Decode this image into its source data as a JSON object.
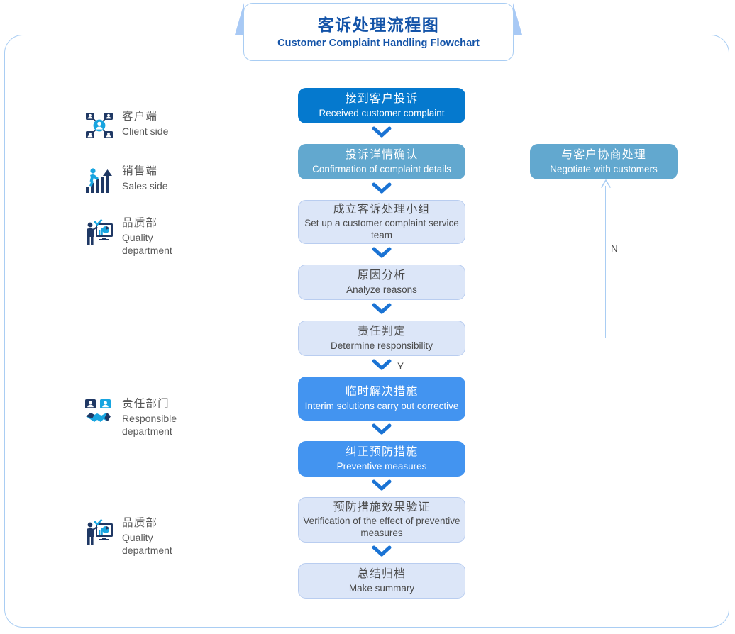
{
  "banner": {
    "title_cn": "客诉处理流程图",
    "title_en": "Customer Complaint Handling Flowchart",
    "title_color": "#1353a8",
    "border_color": "#a9cdf3",
    "wedge_color": "#a8c9f5"
  },
  "roles": [
    {
      "icon": "client-network-icon",
      "cn": "客户端",
      "en": "Client side"
    },
    {
      "icon": "sales-growth-icon",
      "cn": "销售端",
      "en": "Sales side"
    },
    {
      "icon": "quality-presenter-icon",
      "cn": "品质部",
      "en": "Quality department"
    },
    {
      "icon": "responsible-handshake-icon",
      "cn": "责任部门",
      "en": "Responsible department"
    },
    {
      "icon": "quality-presenter-icon",
      "cn": "品质部",
      "en": "Quality department"
    }
  ],
  "nodes": [
    {
      "id": "received-complaint",
      "cn": "接到客户投诉",
      "en": "Received customer complaint",
      "style": "deep-blue",
      "color": "#0579ce"
    },
    {
      "id": "confirm-details",
      "cn": "投诉详情确认",
      "en": "Confirmation of complaint details",
      "style": "steel-blue",
      "color": "#62a8cf"
    },
    {
      "id": "setup-team",
      "cn": "成立客诉处理小组",
      "en": "Set up a customer complaint service team",
      "style": "light-blue",
      "color": "#dce6f8"
    },
    {
      "id": "analyze-reasons",
      "cn": "原因分析",
      "en": "Analyze reasons",
      "style": "light-blue",
      "color": "#dce6f8"
    },
    {
      "id": "determine-responsibility",
      "cn": "责任判定",
      "en": "Determine responsibility",
      "style": "light-blue",
      "color": "#dce6f8"
    },
    {
      "id": "interim-solutions",
      "cn": "临时解决措施",
      "en": "Interim solutions carry out corrective",
      "style": "bright-blue",
      "color": "#4394f0"
    },
    {
      "id": "preventive-measures",
      "cn": "纠正预防措施",
      "en": "Preventive measures",
      "style": "bright-blue",
      "color": "#4394f0"
    },
    {
      "id": "verify-effect",
      "cn": "预防措施效果验证",
      "en": "Verification of the effect of preventive measures",
      "style": "light-blue",
      "color": "#dce6f8"
    },
    {
      "id": "make-summary",
      "cn": "总结归档",
      "en": "Make summary",
      "style": "light-blue",
      "color": "#dce6f8"
    }
  ],
  "branch_node": {
    "id": "negotiate-with-customers",
    "cn": "与客户协商处理",
    "en": "Negotiate with customers",
    "style": "steel-blue",
    "color": "#62a8cf"
  },
  "edge_labels": {
    "yes": "Y",
    "no": "N"
  },
  "arrow_color": "#1a73d4",
  "connector_color": "#a9cdf3"
}
